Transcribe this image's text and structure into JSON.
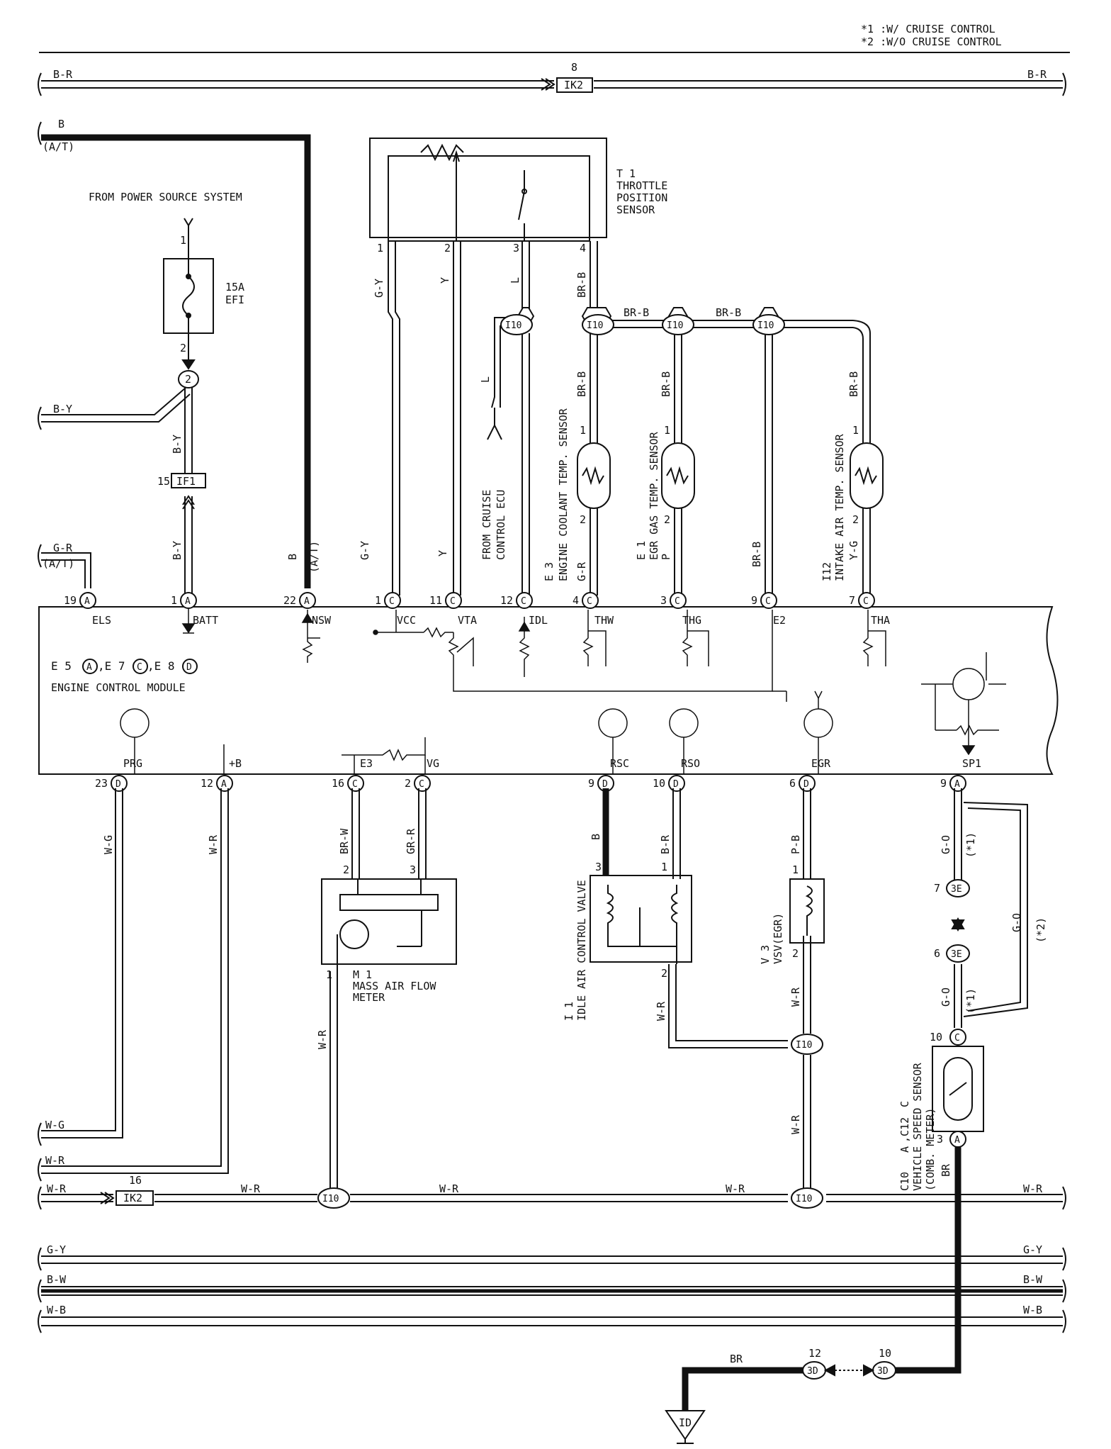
{
  "notes": {
    "n1": "*1 :W/ CRUISE CONTROL",
    "n2": "*2 :W/O CRUISE CONTROL"
  },
  "top_bus": {
    "left": "B-R",
    "right": "B-R",
    "conn_pin": "8",
    "conn": "IK2"
  },
  "b_feed": {
    "color": "B",
    "at": "(A/T)"
  },
  "power": {
    "title": "FROM POWER SOURCE SYSTEM",
    "fuse_amp": "15A",
    "fuse_name": "EFI",
    "pin1": "1",
    "pin2": "2",
    "junction": "2",
    "by_left": "B-Y",
    "by_wire": "B-Y",
    "if1_pin": "15",
    "if1": "IF1",
    "by_wire2": "B-Y"
  },
  "tps": {
    "title1": "T 1",
    "title2": "THROTTLE",
    "title3": "POSITION",
    "title4": "SENSOR",
    "p1": "1",
    "p2": "2",
    "p3": "3",
    "p4": "4",
    "w1": "G-Y",
    "w2": "Y",
    "w3": "L",
    "w4": "BR-B"
  },
  "joint": {
    "i10": "I10",
    "brb1": "BR-B",
    "brb2": "BR-B"
  },
  "cruise": {
    "l_wire": "L",
    "from1": "FROM CRUISE",
    "from2": "CONTROL ECU"
  },
  "sensors": {
    "e3_code": "E 3",
    "e3_name": "ENGINE COOLANT TEMP. SENSOR",
    "e3_w_top": "BR-B",
    "e3_w_bot": "G-R",
    "e1_code": "E 1",
    "e1_name": "EGR GAS TEMP. SENSOR",
    "e1_w_top": "BR-B",
    "e1_w_bot": "P",
    "i12_code": "I12",
    "i12_name": "INTAKE AIR TEMP. SENSOR",
    "i12_w_top": "BR-B",
    "i12_w_bot": "Y-G",
    "e2_wire": "BR-B",
    "pin1": "1",
    "pin2": "2"
  },
  "ecm": {
    "title1": "E 5",
    "c1": "A",
    "title2": ",E 7",
    "c2": "C",
    "title3": ",E 8",
    "c3": "D",
    "name": "ENGINE CONTROL MODULE",
    "top_pins": [
      {
        "num": "19",
        "conn": "A",
        "label": "ELS"
      },
      {
        "num": "1",
        "conn": "A",
        "label": "BATT"
      },
      {
        "num": "22",
        "conn": "A",
        "label": "NSW"
      },
      {
        "num": "1",
        "conn": "C",
        "label": "VCC"
      },
      {
        "num": "11",
        "conn": "C",
        "label": "VTA"
      },
      {
        "num": "12",
        "conn": "C",
        "label": "IDL"
      },
      {
        "num": "4",
        "conn": "C",
        "label": "THW"
      },
      {
        "num": "3",
        "conn": "C",
        "label": "THG"
      },
      {
        "num": "9",
        "conn": "C",
        "label": "E2"
      },
      {
        "num": "7",
        "conn": "C",
        "label": "THA"
      }
    ],
    "bottom_pins": [
      {
        "num": "23",
        "conn": "D",
        "label": "PRG"
      },
      {
        "num": "12",
        "conn": "A",
        "label": "+B"
      },
      {
        "num": "16",
        "conn": "C",
        "label": "E3"
      },
      {
        "num": "2",
        "conn": "C",
        "label": "VG"
      },
      {
        "num": "9",
        "conn": "D",
        "label": "RSC"
      },
      {
        "num": "10",
        "conn": "D",
        "label": "RSO"
      },
      {
        "num": "6",
        "conn": "D",
        "label": "EGR"
      },
      {
        "num": "9",
        "conn": "A",
        "label": "SP1"
      }
    ]
  },
  "left_wires": {
    "gr": "G-R",
    "gr_at": "(A/T)",
    "by": "B-Y",
    "b": "B",
    "b_at": "(A/T)",
    "gy": "G-Y",
    "y": "Y",
    "gr2": "G-R",
    "p": "P",
    "brb": "BR-B",
    "yg": "Y-G"
  },
  "lower": {
    "wg": "W-G",
    "wr": "W-R",
    "brw": "BR-W",
    "grr": "GR-R",
    "b": "B",
    "br": "B-R",
    "pb": "P-B",
    "go": "G-O",
    "go2": "G-O",
    "go3": "G-O",
    "s1": "(*1)",
    "s2": "(*2)",
    "s3": "(*1)",
    "maf_code": "M 1",
    "maf_name1": "MASS AIR FLOW",
    "maf_name2": "METER",
    "maf_p1": "1",
    "maf_p2": "2",
    "maf_p3": "3",
    "iac_code": "I 1",
    "iac_name": "IDLE AIR CONTROL VALVE",
    "iac_p1": "1",
    "iac_p2": "2",
    "iac_p3": "3",
    "vsv_code": "V 3",
    "vsv_name": "VSV(EGR)",
    "vsv_p1": "1",
    "vsv_p2": "2",
    "j3e_a": "7",
    "j3e_b": "6",
    "j3e": "3E",
    "vss_pin_top": "10",
    "vss_conn_top": "C",
    "vss_pin_bot": "3",
    "vss_conn_bot": "A",
    "vss_code": "C10",
    "vss_ca": "A",
    "vss_code2": ",C12",
    "vss_cc": "C",
    "vss_name1": "VEHICLE SPEED SENSOR",
    "vss_name2": "(COMB. METER)",
    "wr_mid": "W-R",
    "wr_mid2": "W-R",
    "wr_vsv": "W-R",
    "wr_low": "W-R",
    "br_wire": "BR"
  },
  "bottom_bus": {
    "wr_left": "W-R",
    "wr_right": "W-R",
    "ik2_pin": "16",
    "ik2": "IK2",
    "wr_1": "W-R",
    "wr_2": "W-R",
    "wr_3": "W-R",
    "gy_left": "G-Y",
    "gy_right": "G-Y",
    "bw_left": "B-W",
    "bw_right": "B-W",
    "wb_left": "W-B",
    "wb_right": "W-B"
  },
  "ground": {
    "br": "BR",
    "pin12": "12",
    "pin10": "10",
    "j3d": "3D",
    "id": "ID"
  }
}
